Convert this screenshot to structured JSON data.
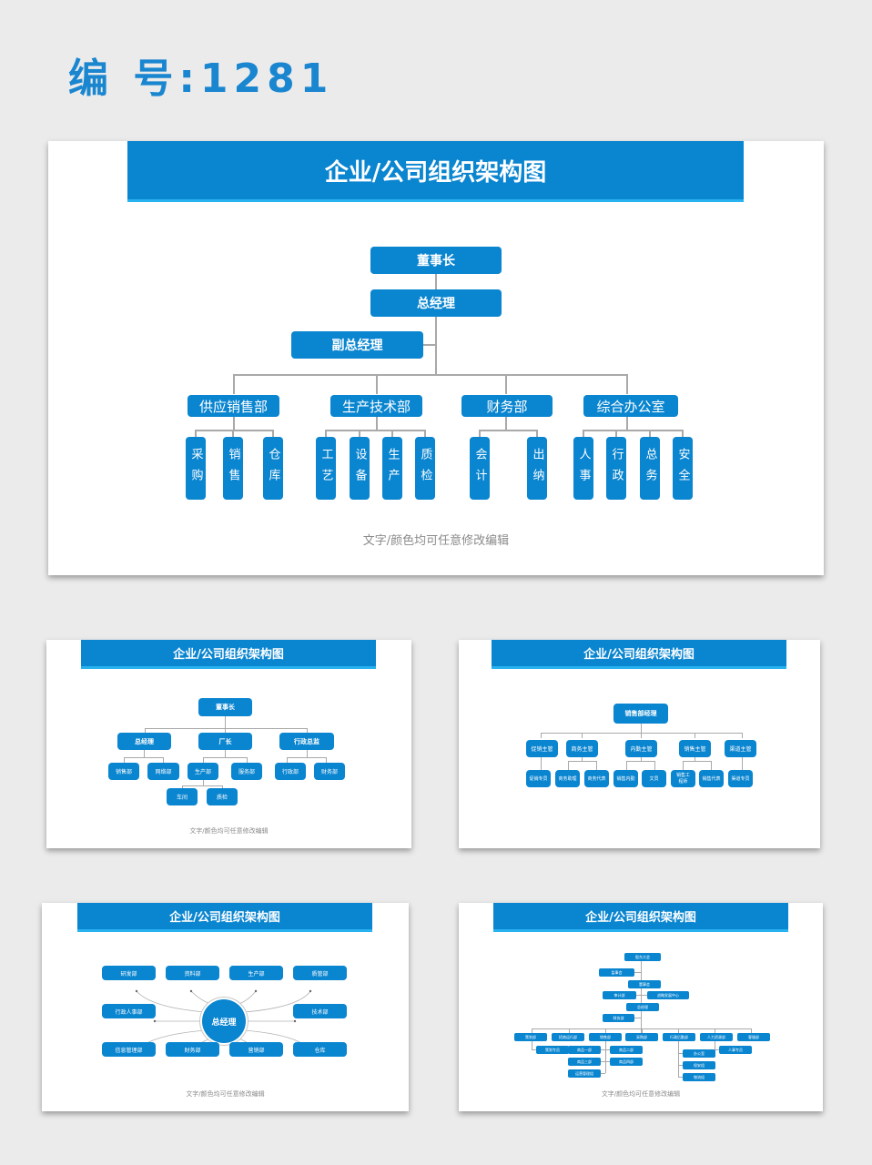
{
  "page": {
    "code_label": "编 号:1281",
    "accent_color": "#0a85d0",
    "background_color": "#ebebeb"
  },
  "slide1": {
    "title": "企业/公司组织架构图",
    "caption": "文字/颜色均可任意修改编辑",
    "chairman": "董事长",
    "gm": "总经理",
    "deputy_gm": "副总经理",
    "departments": [
      {
        "name": "供应销售部",
        "children": [
          "采购",
          "销售",
          "仓库"
        ]
      },
      {
        "name": "生产技术部",
        "children": [
          "工艺",
          "设备",
          "生产",
          "质检"
        ]
      },
      {
        "name": "财务部",
        "children": [
          "会计",
          "出纳"
        ]
      },
      {
        "name": "综合办公室",
        "children": [
          "人事",
          "行政",
          "总务",
          "安全"
        ]
      }
    ]
  },
  "slide2": {
    "title": "企业/公司组织架构图",
    "caption": "文字/颜色均可任意修改编辑",
    "root": "董事长",
    "level2": [
      "总经理",
      "厂长",
      "行政总监"
    ],
    "level3": [
      "销售部",
      "网络部",
      "生产部",
      "服务部",
      "行政部",
      "财务部"
    ],
    "level4": [
      "车间",
      "质检"
    ]
  },
  "slide3": {
    "title": "企业/公司组织架构图",
    "root": "销售部经理",
    "level2": [
      "促销主管",
      "商务主管",
      "内勤主管",
      "销售主管",
      "渠道主管"
    ],
    "level3": [
      "促销专员",
      "商务助理",
      "商务代表",
      "销售内勤",
      "文员",
      "销售工程师",
      "销售代表",
      "渠道专员"
    ]
  },
  "slide4": {
    "title": "企业/公司组织架构图",
    "caption": "文字/颜色均可任意修改编辑",
    "center": "总经理",
    "top_row": [
      "研发部",
      "资料部",
      "生产部",
      "质管部"
    ],
    "middle_row": [
      "行政人事部",
      "技术部"
    ],
    "bottom_row": [
      "信息管理部",
      "财务部",
      "营销部",
      "仓库"
    ]
  },
  "slide5": {
    "title": "企业/公司组织架构图",
    "caption": "文字/颜色均可任意修改编辑",
    "shareholders": "股东大会",
    "supervisors": "监事会",
    "board": "董事会",
    "audit": "审计部",
    "strategy": "战略发展中心",
    "gm": "总经理",
    "finance": "财务部",
    "departments": [
      "策划部",
      "招商运行部",
      "销售部",
      "采购部",
      "行政后勤部",
      "人力资源部",
      "客服部"
    ],
    "sub_planning": [
      "策划专员"
    ],
    "sub_sales": [
      "商品一部",
      "商品二部",
      "商品三部",
      "商品四部",
      "运营管理组"
    ],
    "sub_admin": [
      "办公室",
      "保安组",
      "物流组"
    ],
    "sub_hr": [
      "人事专员"
    ]
  }
}
